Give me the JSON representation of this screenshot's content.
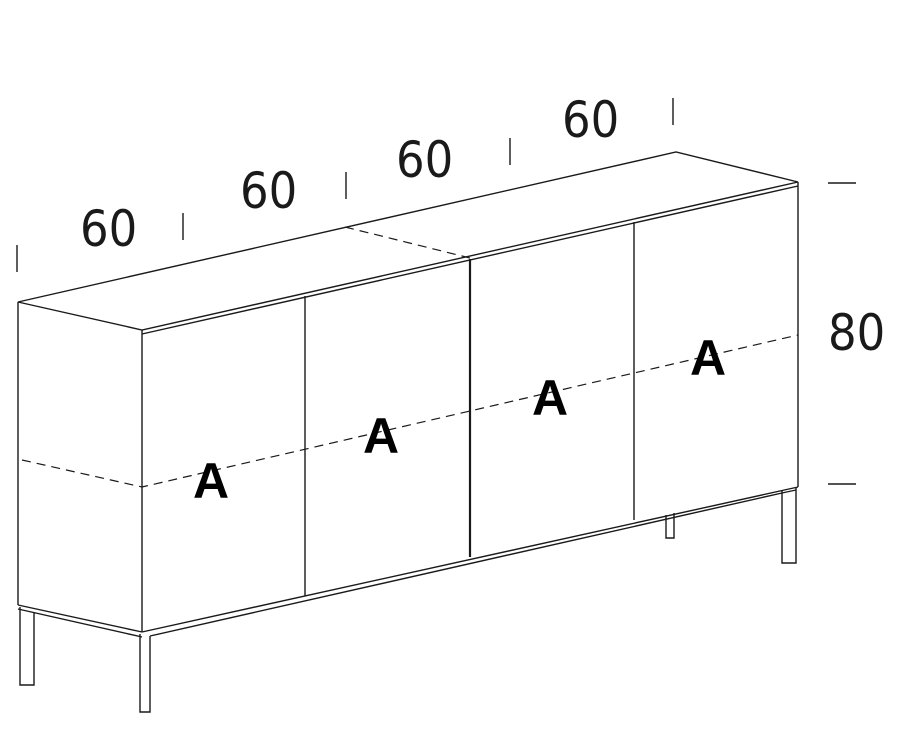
{
  "dimensions": {
    "widths": [
      "60",
      "60",
      "60",
      "60"
    ],
    "height": "80"
  },
  "modules": [
    "A",
    "A",
    "A",
    "A"
  ]
}
